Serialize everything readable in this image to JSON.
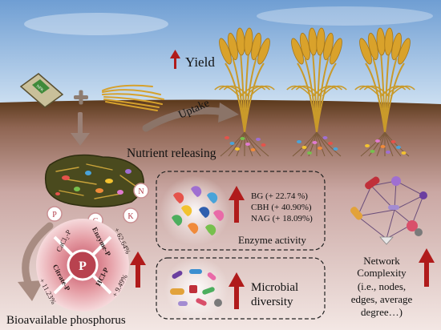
{
  "header": {
    "yield_label": "Yield"
  },
  "flow": {
    "uptake_label": "Uptake",
    "nutrient_label": "Nutrient releasing",
    "fertilizer_bag_text": "NPK"
  },
  "nutrients": [
    "P",
    "C",
    "N",
    "K"
  ],
  "phosphorus": {
    "center": "P",
    "segments": [
      "CaCl₂-P",
      "Enzyme-P",
      "HCl-P",
      "Citrate-P"
    ],
    "changes": [
      "+ 62.64%",
      "+ 9.49%",
      "+ 11.23%"
    ],
    "caption": "Bioavailable phosphorus"
  },
  "enzymes": {
    "lines": [
      "BG (+ 22.74 %)",
      "CBH (+ 40.90%)",
      "NAG (+ 18.09%)"
    ],
    "caption": "Enzyme activity"
  },
  "microbial": {
    "lines": [
      "Microbial",
      "diversity"
    ]
  },
  "network": {
    "lines": [
      "Network",
      "Complexity",
      "(i.e., nodes,",
      "edges, average",
      "degree…)"
    ]
  },
  "colors": {
    "arrow_up": "#b01b1b",
    "sky_top": "#6a9bd1",
    "soil_top": "#5e3a1c",
    "soil_bottom": "#f0e3df",
    "straw": "#d9a22b",
    "p_wheel": "#c0636e"
  }
}
